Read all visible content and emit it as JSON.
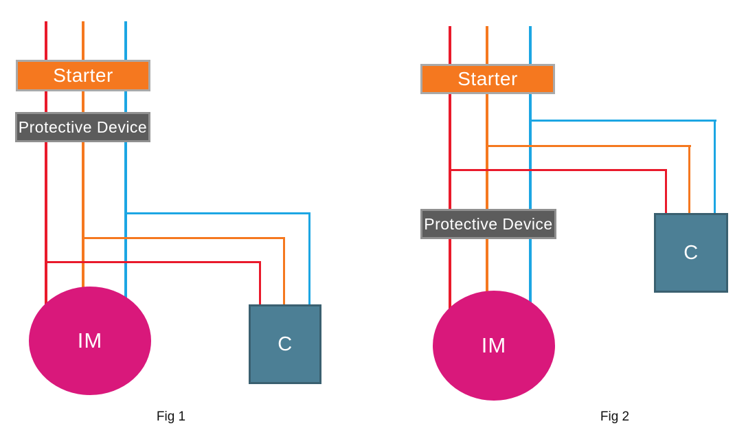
{
  "colors": {
    "background": "#FFFFFF",
    "line_red": "#E91A2B",
    "line_orange": "#F5781F",
    "line_blue": "#1CA6E3",
    "starter_fill": "#F5781F",
    "starter_border": "#A9A9A9",
    "protective_fill": "#5C5C5C",
    "protective_border": "#909090",
    "capacitor_fill": "#4C7F95",
    "capacitor_border": "#3A6070",
    "motor_fill": "#D9187B",
    "label_text": "#FFFFFF",
    "caption_text": "#111111"
  },
  "fig1": {
    "starter_label": "Starter",
    "protective_device_label": "Protective Device",
    "motor_label": "IM",
    "capacitor_label": "C",
    "caption": "Fig 1"
  },
  "fig2": {
    "starter_label": "Starter",
    "protective_device_label": "Protective Device",
    "motor_label": "IM",
    "capacitor_label": "C",
    "caption": "Fig 2"
  }
}
